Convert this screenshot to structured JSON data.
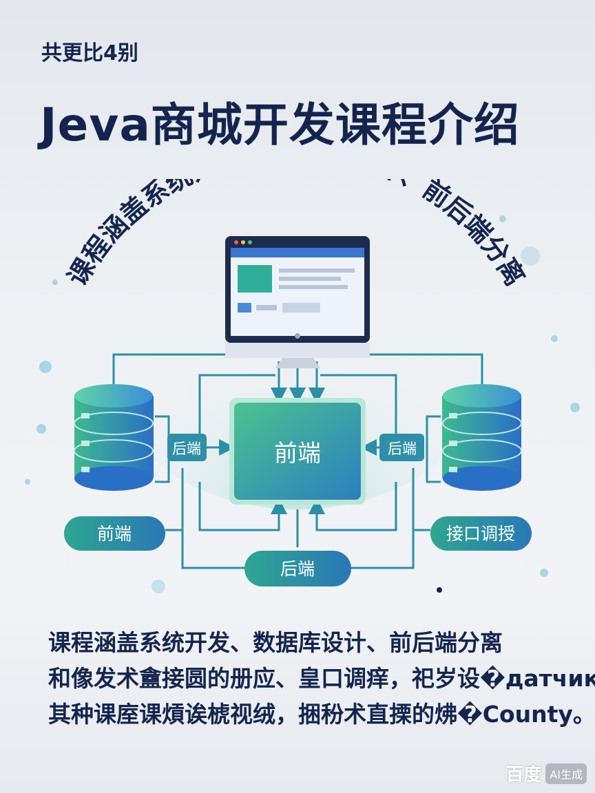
{
  "header": {
    "subtitle": "共更比4别",
    "title": "Jeva商城开发课程介绍"
  },
  "diagram": {
    "arc_text": "课程涵盖系统开发、数据库设计、前后端分离",
    "center_box": "前端",
    "left_tag": "后端",
    "right_tag": "后端",
    "left_pill": "前端",
    "right_pill": "接口调授",
    "bottom_pill": "后端",
    "colors": {
      "teal": "#2a9aa6",
      "green": "#3dbb8a",
      "blue": "#2f6fc4",
      "navy": "#13254f"
    }
  },
  "description": {
    "lines": [
      "课程涵盖系统开发、数据库设计、前后端分离",
      "和像发术盦接圆的册应、皇口调痒，祀岁设�датчик",
      "其种课庢课熕诶椃视绒，捆秎术直搮的炥�County。"
    ]
  },
  "watermark": {
    "brand": "百度",
    "badge": "AI生成"
  }
}
